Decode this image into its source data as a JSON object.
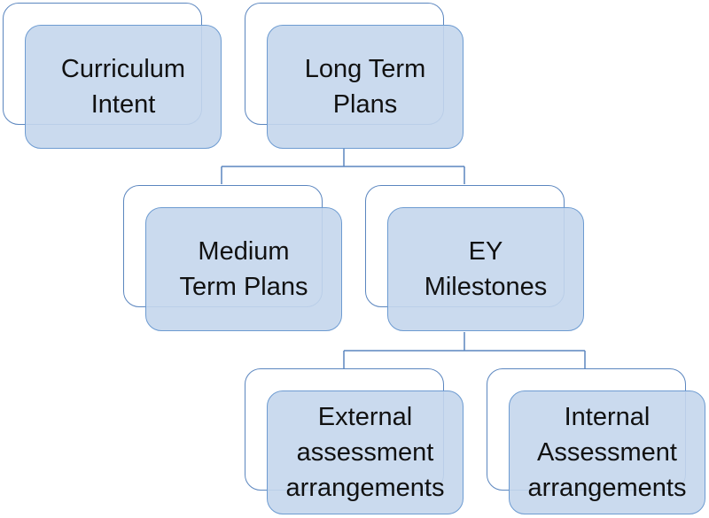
{
  "nodes": {
    "curriculum_intent": "Curriculum\nIntent",
    "long_term_plans": "Long Term\nPlans",
    "medium_term_plans": "Medium\nTerm Plans",
    "ey_milestones": "EY\nMilestones",
    "external_assessment": "External\nassessment\narrangements",
    "internal_assessment": "Internal\nAssessment\narrangements"
  },
  "colors": {
    "fill": "#c4d6ec",
    "border": "#6d9bd1",
    "outline": "#5b86bf",
    "connector": "#5b86bf",
    "text": "#111111"
  }
}
